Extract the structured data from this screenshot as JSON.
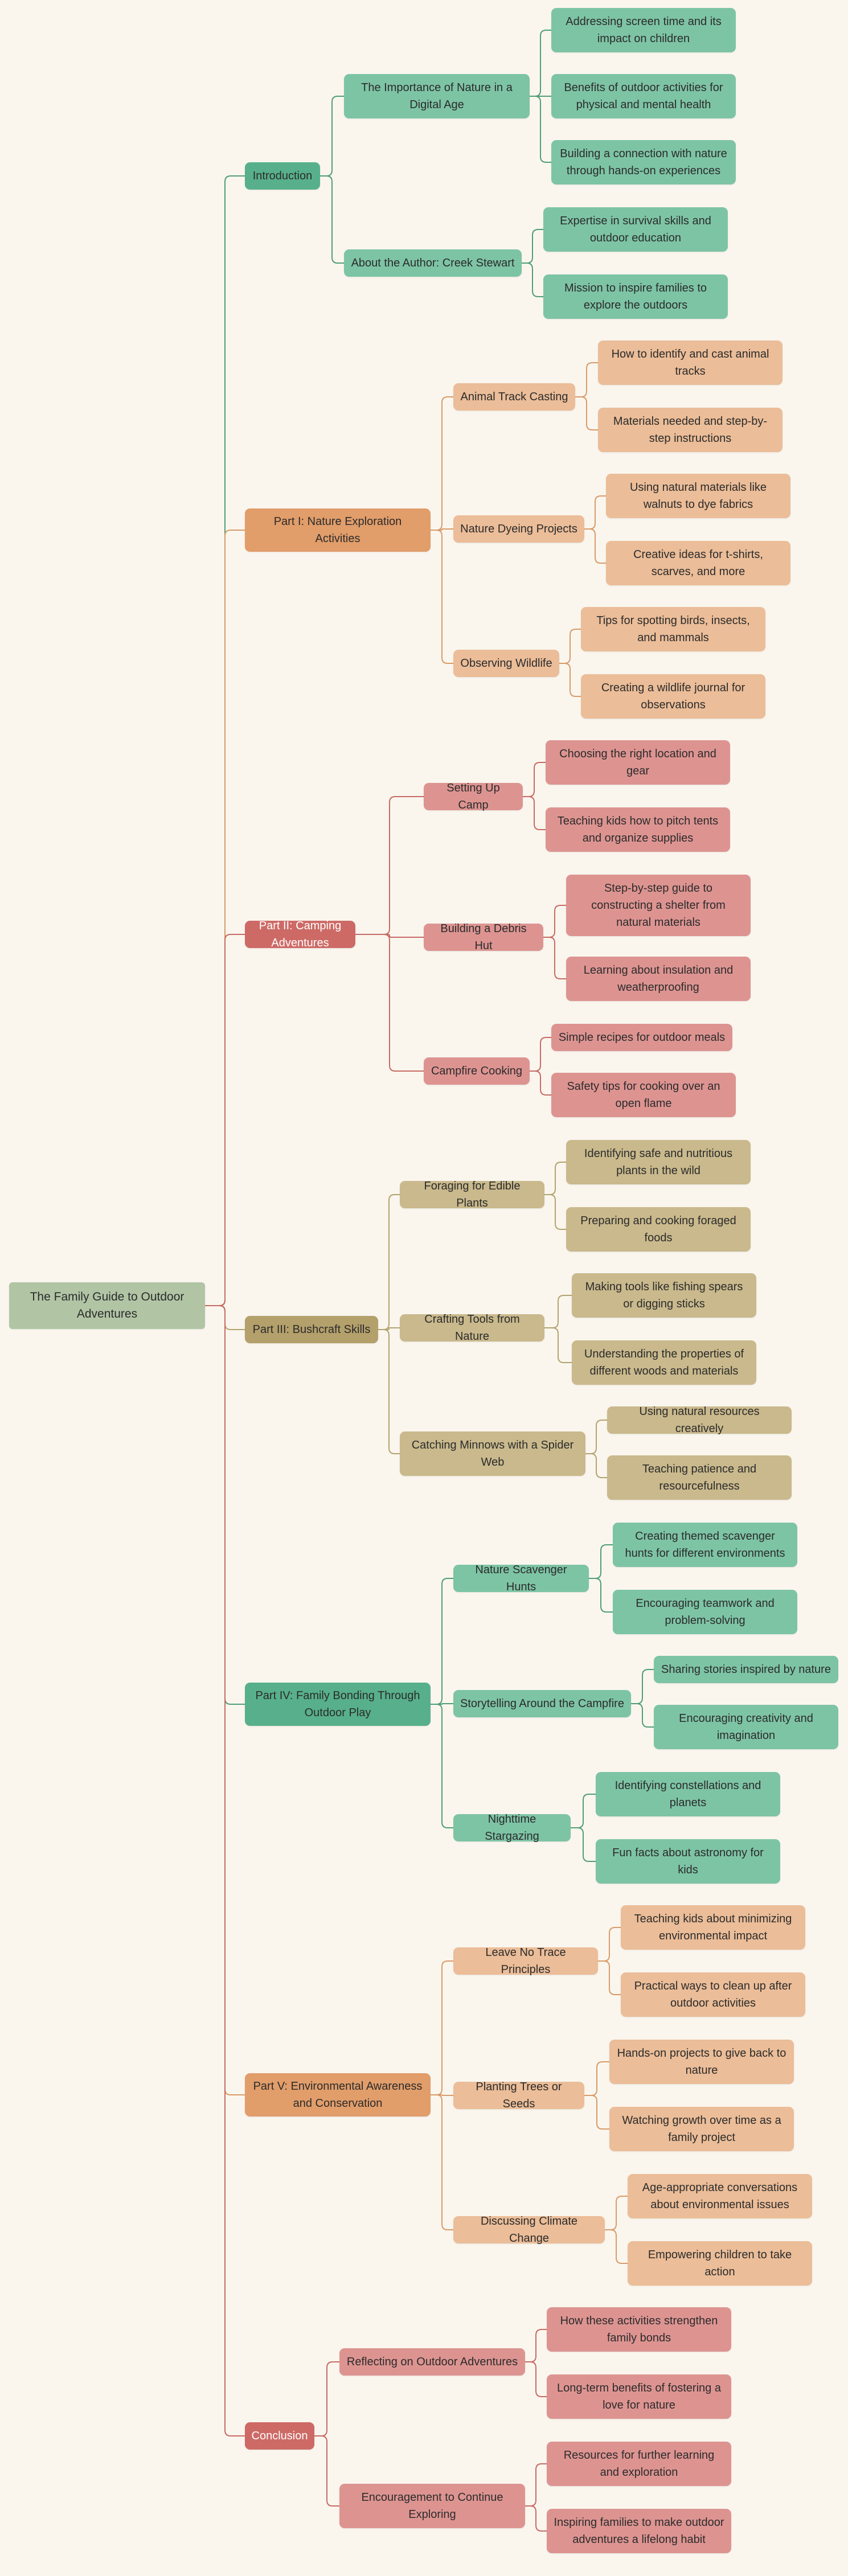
{
  "mindmap": {
    "root": {
      "label": "The Family Guide to Outdoor Adventures",
      "color": "#b1c5a5"
    },
    "sections": [
      {
        "label": "Introduction",
        "color": "#57b08b",
        "topic_color": "#7dc4a5",
        "detail_color": "#7dc4a5",
        "line_color": "#4f9e74",
        "text_color": "#2b2b2b",
        "topics": [
          {
            "label": "The Importance of Nature in a Digital Age",
            "details": [
              "Addressing screen time and its impact on children",
              "Benefits of outdoor activities for physical and mental health",
              "Building a connection with nature through hands-on experiences"
            ]
          },
          {
            "label": "About the Author: Creek Stewart",
            "details": [
              "Expertise in survival skills and outdoor education",
              "Mission to inspire families to explore the outdoors"
            ]
          }
        ]
      },
      {
        "label": "Part I: Nature Exploration Activities",
        "color": "#e19d6a",
        "topic_color": "#ebbd98",
        "detail_color": "#ebbd98",
        "line_color": "#d99a68",
        "text_color": "#2b2b2b",
        "topics": [
          {
            "label": "Animal Track Casting",
            "details": [
              "How to identify and cast animal tracks",
              "Materials needed and step-by-step instructions"
            ]
          },
          {
            "label": "Nature Dyeing Projects",
            "details": [
              "Using natural materials like walnuts to dye fabrics",
              "Creative ideas for t-shirts, scarves, and more"
            ]
          },
          {
            "label": "Observing Wildlife",
            "details": [
              "Tips for spotting birds, insects, and mammals",
              "Creating a wildlife journal for observations"
            ]
          }
        ]
      },
      {
        "label": "Part II: Camping Adventures",
        "color": "#cd6a66",
        "topic_color": "#dd9491",
        "detail_color": "#dd9491",
        "line_color": "#c86a64",
        "text_color": "#ffffff",
        "topics": [
          {
            "label": "Setting Up Camp",
            "details": [
              "Choosing the right location and gear",
              "Teaching kids how to pitch tents and organize supplies"
            ]
          },
          {
            "label": "Building a Debris Hut",
            "details": [
              "Step-by-step guide to constructing a shelter from natural materials",
              "Learning about insulation and weatherproofing"
            ]
          },
          {
            "label": "Campfire Cooking",
            "details": [
              "Simple recipes for outdoor meals",
              "Safety tips for cooking over an open flame"
            ]
          }
        ]
      },
      {
        "label": "Part III: Bushcraft Skills",
        "color": "#b4a06b",
        "topic_color": "#c9b98c",
        "detail_color": "#c9b98c",
        "line_color": "#b3a36d",
        "text_color": "#2b2b2b",
        "topics": [
          {
            "label": "Foraging for Edible Plants",
            "details": [
              "Identifying safe and nutritious plants in the wild",
              "Preparing and cooking foraged foods"
            ]
          },
          {
            "label": "Crafting Tools from Nature",
            "details": [
              "Making tools like fishing spears or digging sticks",
              "Understanding the properties of different woods and materials"
            ]
          },
          {
            "label": "Catching Minnows with a Spider Web",
            "details": [
              "Using natural resources creatively",
              "Teaching patience and resourcefulness"
            ]
          }
        ]
      },
      {
        "label": "Part IV: Family Bonding Through Outdoor Play",
        "color": "#57b08b",
        "topic_color": "#7dc4a5",
        "detail_color": "#7dc4a5",
        "line_color": "#4f9e74",
        "text_color": "#2b2b2b",
        "topics": [
          {
            "label": "Nature Scavenger Hunts",
            "details": [
              "Creating themed scavenger hunts for different environments",
              "Encouraging teamwork and problem-solving"
            ]
          },
          {
            "label": "Storytelling Around the Campfire",
            "details": [
              "Sharing stories inspired by nature",
              "Encouraging creativity and imagination"
            ]
          },
          {
            "label": "Nighttime Stargazing",
            "details": [
              "Identifying constellations and planets",
              "Fun facts about astronomy for kids"
            ]
          }
        ]
      },
      {
        "label": "Part V: Environmental Awareness and Conservation",
        "color": "#e19d6a",
        "topic_color": "#ebbd98",
        "detail_color": "#ebbd98",
        "line_color": "#d99a68",
        "text_color": "#2b2b2b",
        "topics": [
          {
            "label": "Leave No Trace Principles",
            "details": [
              "Teaching kids about minimizing environmental impact",
              "Practical ways to clean up after outdoor activities"
            ]
          },
          {
            "label": "Planting Trees or Seeds",
            "details": [
              "Hands-on projects to give back to nature",
              "Watching growth over time as a family project"
            ]
          },
          {
            "label": "Discussing Climate Change",
            "details": [
              "Age-appropriate conversations about environmental issues",
              "Empowering children to take action"
            ]
          }
        ]
      },
      {
        "label": "Conclusion",
        "color": "#cd6a66",
        "topic_color": "#dd9491",
        "detail_color": "#dd9491",
        "line_color": "#c86a64",
        "text_color": "#ffffff",
        "topics": [
          {
            "label": "Reflecting on Outdoor Adventures",
            "details": [
              "How these activities strengthen family bonds",
              "Long-term benefits of fostering a love for nature"
            ]
          },
          {
            "label": "Encouragement to Continue Exploring",
            "details": [
              "Resources for further learning and exploration",
              "Inspiring families to make outdoor adventures a lifelong habit"
            ]
          }
        ]
      }
    ]
  }
}
